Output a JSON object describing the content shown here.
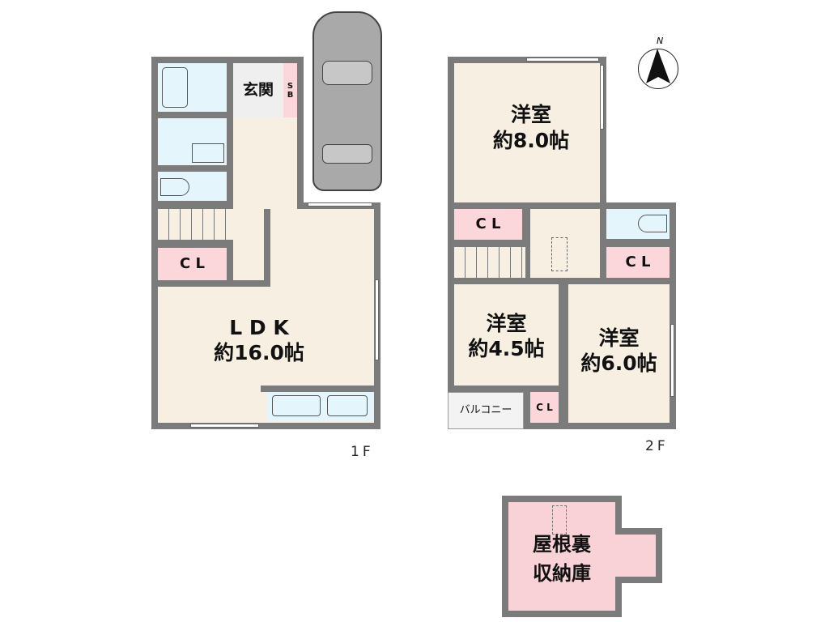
{
  "floor1": {
    "label": "1F",
    "entrance": "玄関",
    "shoebox": "S\nB",
    "closet": "C L",
    "ldk_name": "L D K",
    "ldk_size": "約16.0帖"
  },
  "floor2": {
    "label": "2F",
    "room1_name": "洋室",
    "room1_size": "約8.0帖",
    "room2_name": "洋室",
    "room2_size": "約4.5帖",
    "room3_name": "洋室",
    "room3_size": "約6.0帖",
    "closet1": "C L",
    "closet2": "C L",
    "closet3": "C L",
    "balcony": "バルコニー"
  },
  "attic": {
    "label": "屋根裏\n収納庫"
  },
  "compass": {
    "label": "N"
  },
  "colors": {
    "wall": "#7b7b7b",
    "room": "#f7f0e2",
    "wet": "#e4f6fb",
    "closet": "#fbd6da"
  }
}
